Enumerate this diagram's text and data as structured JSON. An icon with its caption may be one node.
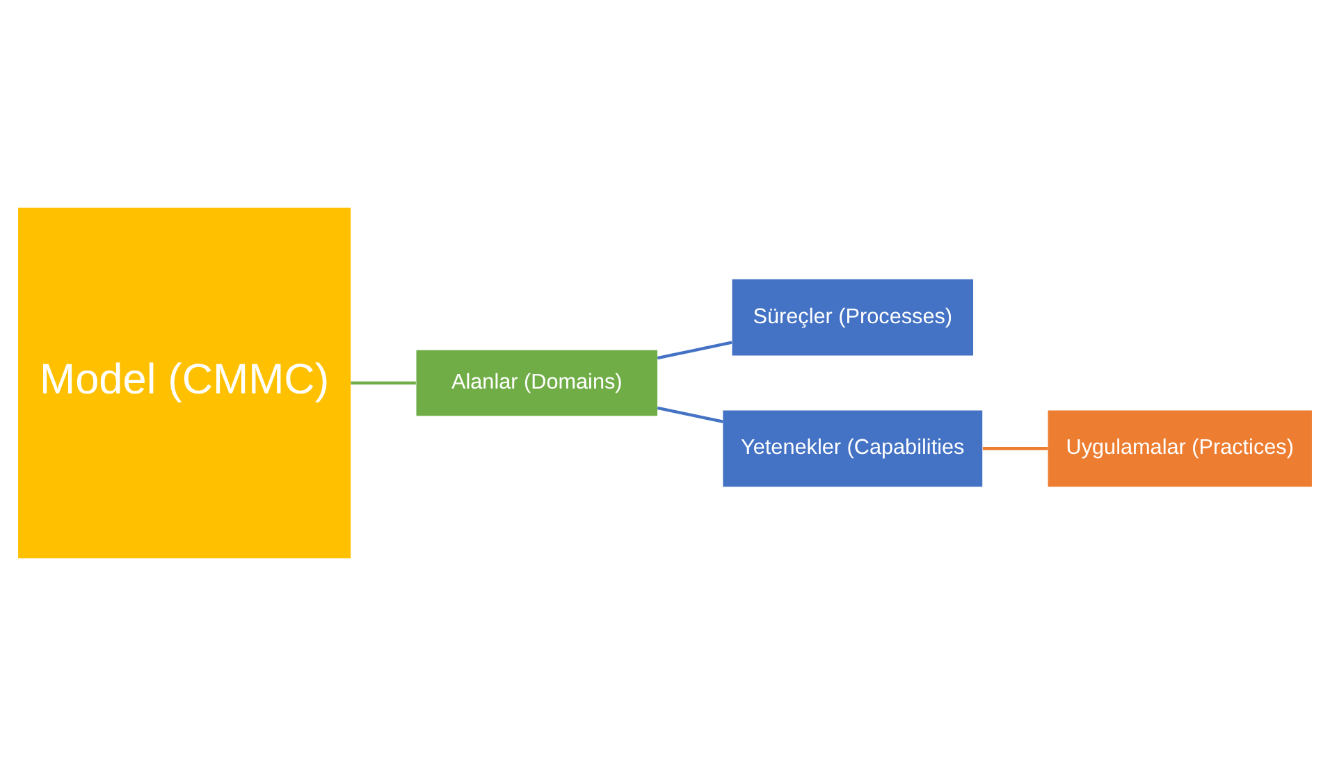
{
  "diagram": {
    "nodes": [
      {
        "text": [
          "Model (CMMC)"
        ]
      },
      {
        "text": [
          "Alanlar (Domains)"
        ]
      },
      {
        "text": [
          "Süreçler (Processes)"
        ]
      },
      {
        "text": [
          "Yetenekler (Capabilities"
        ]
      },
      {
        "text": [
          "Uygulamalar (Practices)"
        ]
      }
    ],
    "edges": [
      {
        "from": 0,
        "to": 1,
        "arrow": "none",
        "color": "#70ad47"
      },
      {
        "from": 1,
        "to": 2,
        "arrow": "none",
        "color": "#4472c4"
      },
      {
        "from": 1,
        "to": 3,
        "arrow": "none",
        "color": "#4472c4"
      },
      {
        "from": 3,
        "to": 4,
        "arrow": "none",
        "color": "#ed7d31"
      }
    ]
  }
}
